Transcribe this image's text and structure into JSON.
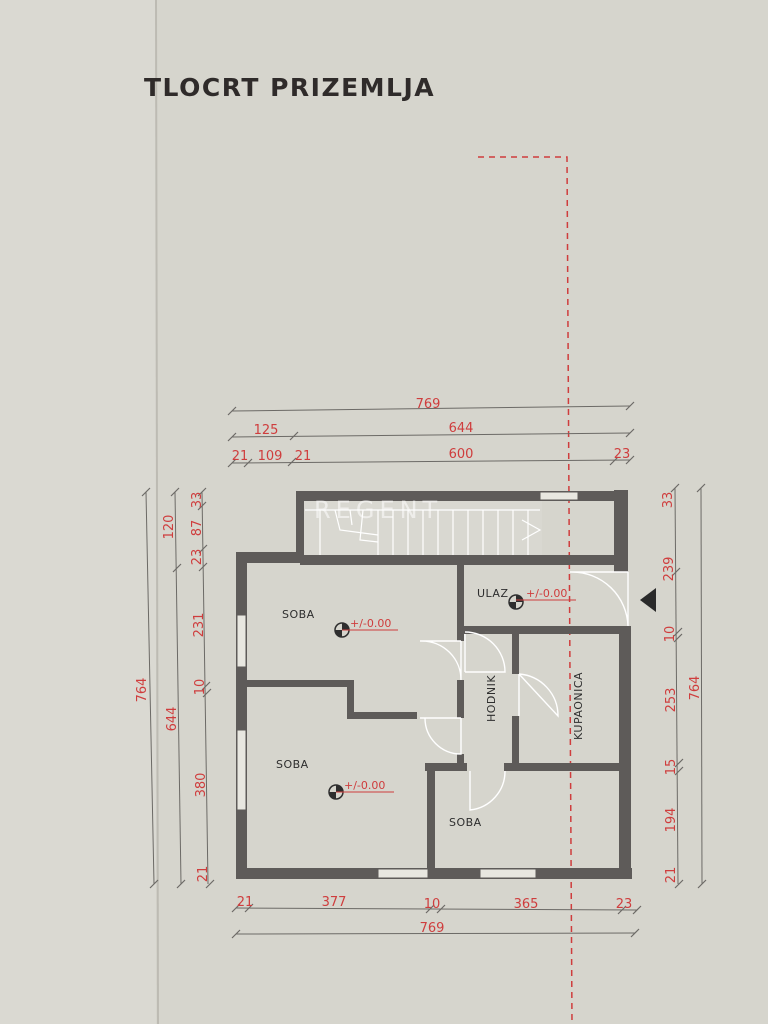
{
  "title": "TLOCRT PRIZEMLJA",
  "watermark": "REGENT",
  "colors": {
    "paper": "#d6d5cd",
    "paper_left": "#dad9d2",
    "wall": "#5e5b59",
    "dimension": "#cf3d3d",
    "text": "#2f2b2a"
  },
  "rooms": {
    "soba_top": "SOBA",
    "soba_bottom": "SOBA",
    "soba_small": "SOBA",
    "ulaz": "ULAZ",
    "hodnik": "HODNIK",
    "kupaonica": "KUPAONICA"
  },
  "levels": {
    "soba_top": "+/-0.00",
    "soba_bottom": "+/-0.00",
    "ulaz": "+/-0.00"
  },
  "dimensions": {
    "top_total": "769",
    "top_mid": [
      "125",
      "644"
    ],
    "top_detail": [
      "21",
      "109",
      "21",
      "600",
      "23"
    ],
    "bottom_detail": [
      "21",
      "377",
      "10",
      "365",
      "23"
    ],
    "bottom_total": "769",
    "left_total": "764",
    "left_mid": [
      "120",
      "644"
    ],
    "left_detail": [
      "33",
      "87",
      "23",
      "231",
      "10",
      "380",
      "21"
    ],
    "right_detail": [
      "33",
      "239",
      "10",
      "253",
      "15",
      "194",
      "21"
    ],
    "right_total": "764"
  }
}
